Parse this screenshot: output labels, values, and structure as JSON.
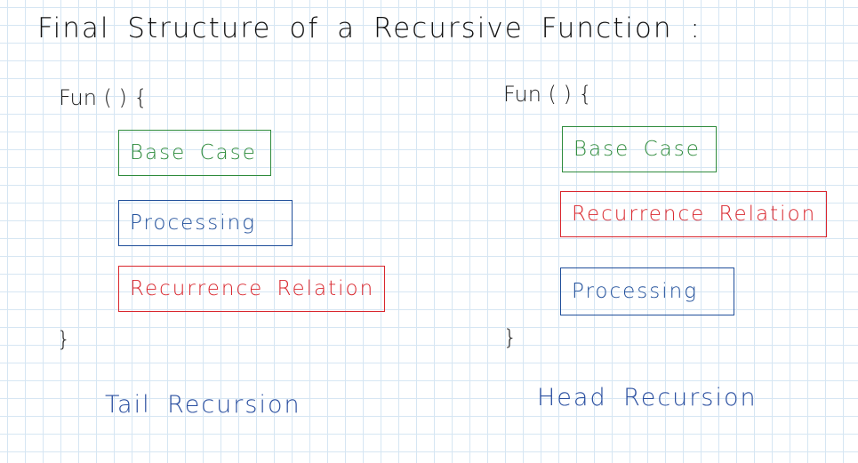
{
  "title": "Final Structure of a Recursive Function :",
  "left": {
    "header": "Fun ( ) {",
    "boxes": [
      "Base Case",
      "Processing",
      "Recurrence Relation"
    ],
    "closing": "}",
    "caption": "Tail Recursion"
  },
  "right": {
    "header": "Fun ( ) {",
    "boxes": [
      "Base Case",
      "Recurrence Relation",
      "Processing"
    ],
    "closing": "}",
    "caption": "Head Recursion"
  },
  "colors": {
    "base_case": "#2e8b3c",
    "processing": "#1f4e9a",
    "recurrence_relation": "#d9272e",
    "caption": "#2a4fa0",
    "grid": "#d6e6f3"
  }
}
